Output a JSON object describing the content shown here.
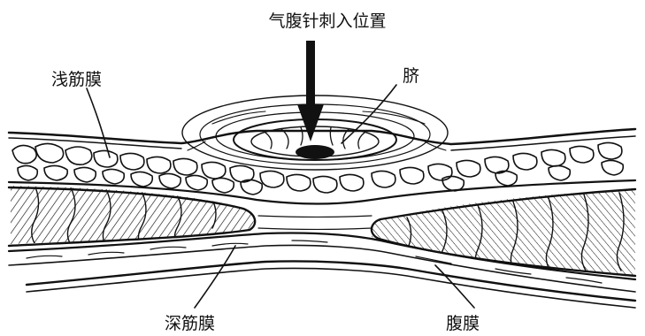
{
  "labels": {
    "insertion": "气腹针刺入位置",
    "navel": "脐",
    "superficial_fascia": "浅筋膜",
    "deep_fascia": "深筋膜",
    "peritoneum": "腹膜"
  },
  "colors": {
    "ink": "#111111",
    "background": "#ffffff"
  }
}
